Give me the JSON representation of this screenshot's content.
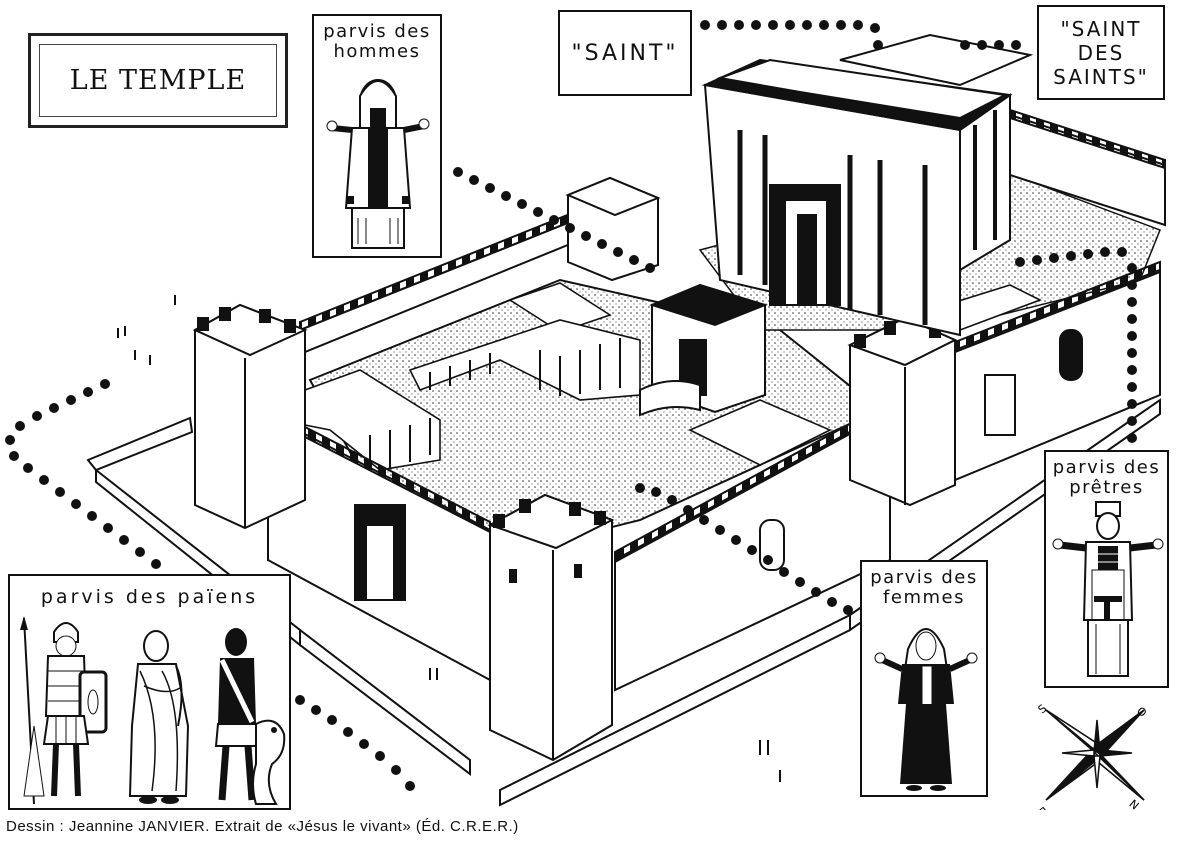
{
  "title": "LE TEMPLE",
  "labels": {
    "saint": "\"SAINT\"",
    "saint_des_saints_line1": "\"SAINT",
    "saint_des_saints_line2": "DES",
    "saint_des_saints_line3": "SAINTS\"",
    "parvis_hommes_line1": "parvis des",
    "parvis_hommes_line2": "hommes",
    "parvis_femmes_line1": "parvis des",
    "parvis_femmes_line2": "femmes",
    "parvis_pretres_line1": "parvis des",
    "parvis_pretres_line2": "prêtres",
    "parvis_paiens": "parvis des païens"
  },
  "compass": {
    "s": "S",
    "o": "O",
    "e": "E",
    "n": "N"
  },
  "credit": "Dessin : Jeannine JANVIER. Extrait de «Jésus le vivant» (Éd. C.R.E.R.)"
}
